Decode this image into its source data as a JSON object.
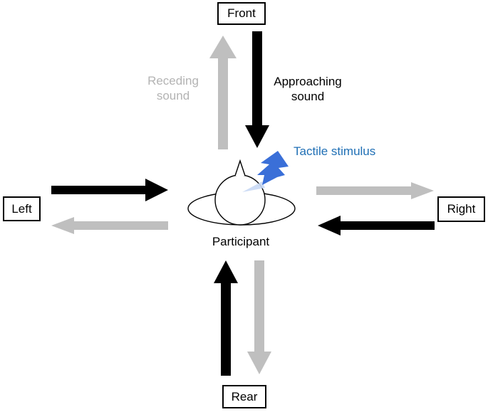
{
  "labels": {
    "front": "Front",
    "rear": "Rear",
    "left": "Left",
    "right": "Right",
    "receding_line1": "Receding",
    "receding_line2": "sound",
    "approaching_line1": "Approaching",
    "approaching_line2": "sound",
    "tactile": "Tactile stimulus",
    "participant": "Participant"
  },
  "colors": {
    "approaching": "#000000",
    "receding": "#bfbfbf",
    "tactile": "#1f6fb5",
    "bolt": "#3a6fd8"
  }
}
